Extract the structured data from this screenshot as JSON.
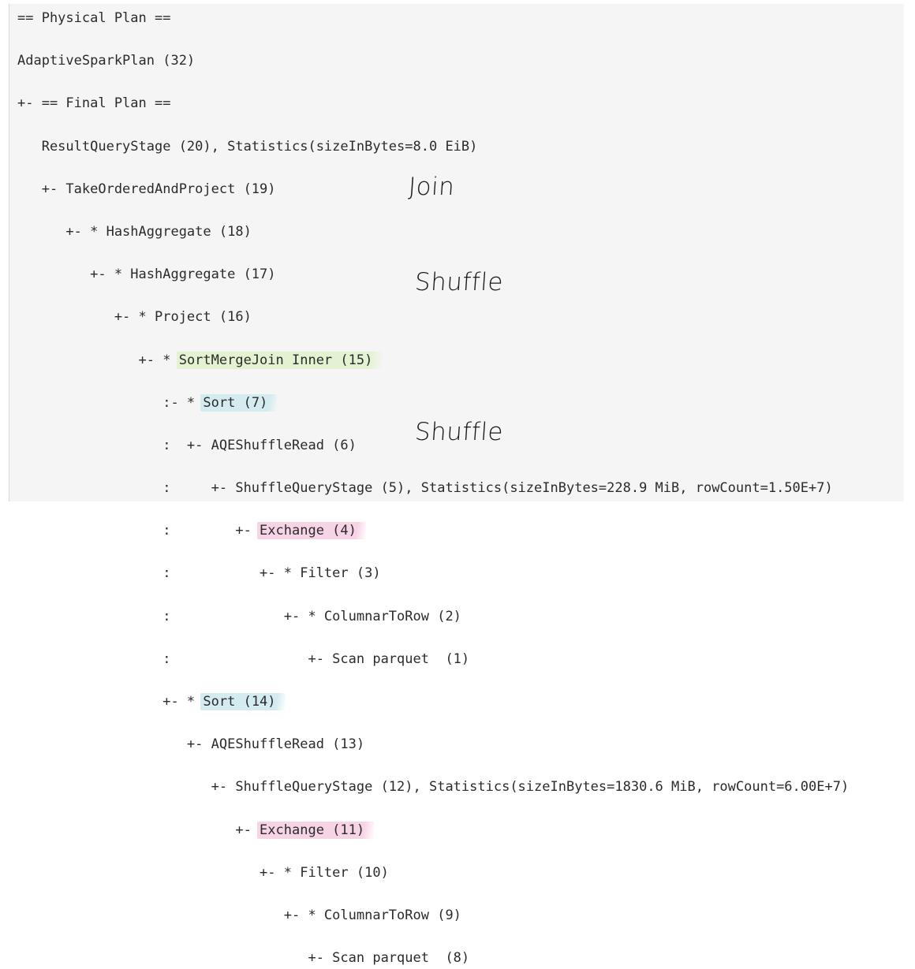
{
  "plan": {
    "lines": [
      {
        "prefix": "== Physical Plan ==",
        "node": "",
        "suffix": "",
        "highlight": ""
      },
      {
        "prefix": "AdaptiveSparkPlan (32)",
        "node": "",
        "suffix": "",
        "highlight": ""
      },
      {
        "prefix": "+- == Final Plan ==",
        "node": "",
        "suffix": "",
        "highlight": ""
      },
      {
        "prefix": "   ResultQueryStage (20), Statistics(sizeInBytes=8.0 EiB)",
        "node": "",
        "suffix": "",
        "highlight": ""
      },
      {
        "prefix": "   +- TakeOrderedAndProject (19)",
        "node": "",
        "suffix": "",
        "highlight": ""
      },
      {
        "prefix": "      +- * HashAggregate (18)",
        "node": "",
        "suffix": "",
        "highlight": ""
      },
      {
        "prefix": "         +- * HashAggregate (17)",
        "node": "",
        "suffix": "",
        "highlight": ""
      },
      {
        "prefix": "            +- * Project (16)",
        "node": "",
        "suffix": "",
        "highlight": ""
      },
      {
        "prefix": "               +- * ",
        "node": "SortMergeJoin Inner (15)",
        "suffix": "",
        "highlight": "green"
      },
      {
        "prefix": "                  :- * ",
        "node": "Sort (7)",
        "suffix": "",
        "highlight": "blue"
      },
      {
        "prefix": "                  :  +- AQEShuffleRead (6)",
        "node": "",
        "suffix": "",
        "highlight": ""
      },
      {
        "prefix": "                  :     +- ShuffleQueryStage (5), Statistics(sizeInBytes=228.9 MiB, rowCount=1.50E+7)",
        "node": "",
        "suffix": "",
        "highlight": ""
      },
      {
        "prefix": "                  :        +- ",
        "node": "Exchange (4)",
        "suffix": "",
        "highlight": "pink"
      },
      {
        "prefix": "                  :           +- * Filter (3)",
        "node": "",
        "suffix": "",
        "highlight": ""
      },
      {
        "prefix": "                  :              +- * ColumnarToRow (2)",
        "node": "",
        "suffix": "",
        "highlight": ""
      },
      {
        "prefix": "                  :                 +- Scan parquet  (1)",
        "node": "",
        "suffix": "",
        "highlight": ""
      },
      {
        "prefix": "                  +- * ",
        "node": "Sort (14)",
        "suffix": "",
        "highlight": "blue"
      },
      {
        "prefix": "                     +- AQEShuffleRead (13)",
        "node": "",
        "suffix": "",
        "highlight": ""
      },
      {
        "prefix": "                        +- ShuffleQueryStage (12), Statistics(sizeInBytes=1830.6 MiB, rowCount=6.00E+7)",
        "node": "",
        "suffix": "",
        "highlight": ""
      },
      {
        "prefix": "                           +- ",
        "node": "Exchange (11)",
        "suffix": "",
        "highlight": "pink"
      },
      {
        "prefix": "                              +- * Filter (10)",
        "node": "",
        "suffix": "",
        "highlight": ""
      },
      {
        "prefix": "                                 +- * ColumnarToRow (9)",
        "node": "",
        "suffix": "",
        "highlight": ""
      },
      {
        "prefix": "                                    +- Scan parquet  (8)",
        "node": "",
        "suffix": "",
        "highlight": ""
      }
    ]
  },
  "annotations": {
    "join": "Join",
    "shuffle_1": "Shuffle",
    "shuffle_2": "Shuffle"
  },
  "colors": {
    "join_highlight": "#e3f2d1",
    "sort_highlight": "#d4ecef",
    "exchange_highlight": "#f7d3e6",
    "panel_background": "#f5f5f5",
    "text": "#2b2b2b"
  }
}
